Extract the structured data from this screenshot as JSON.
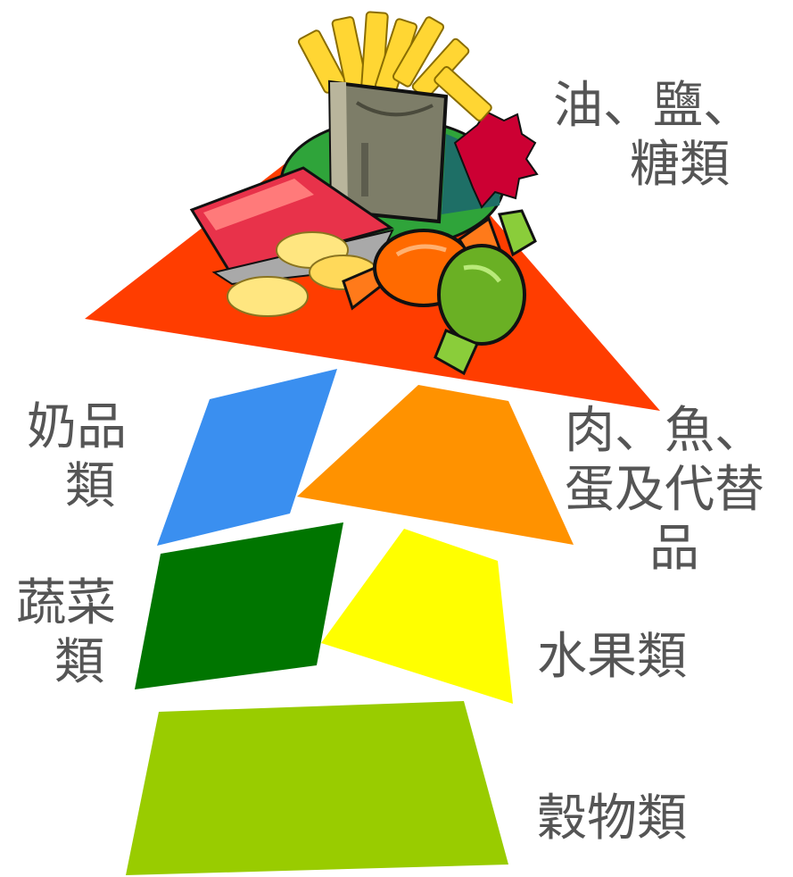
{
  "pyramid": {
    "tiers": [
      {
        "id": "oil",
        "lines": [
          "油、鹽、",
          "糖類"
        ],
        "color": "#ff3d00"
      },
      {
        "id": "dairy",
        "lines": [
          "奶品",
          "類"
        ],
        "color": "#3a8ff0"
      },
      {
        "id": "meat",
        "lines": [
          "肉、魚、",
          "蛋及代替",
          "品"
        ],
        "color": "#ff9200"
      },
      {
        "id": "vegetables",
        "lines": [
          "蔬菜",
          "類"
        ],
        "color": "#007500"
      },
      {
        "id": "fruit",
        "lines": [
          "水果類"
        ],
        "color": "#ffff00"
      },
      {
        "id": "grains",
        "lines": [
          "穀物類"
        ],
        "color": "#99cc00"
      }
    ]
  },
  "illustration": {
    "items": [
      "fries-icon",
      "chips-bag-icon",
      "orange-candy-icon",
      "green-candy-icon",
      "red-splash-icon"
    ]
  }
}
